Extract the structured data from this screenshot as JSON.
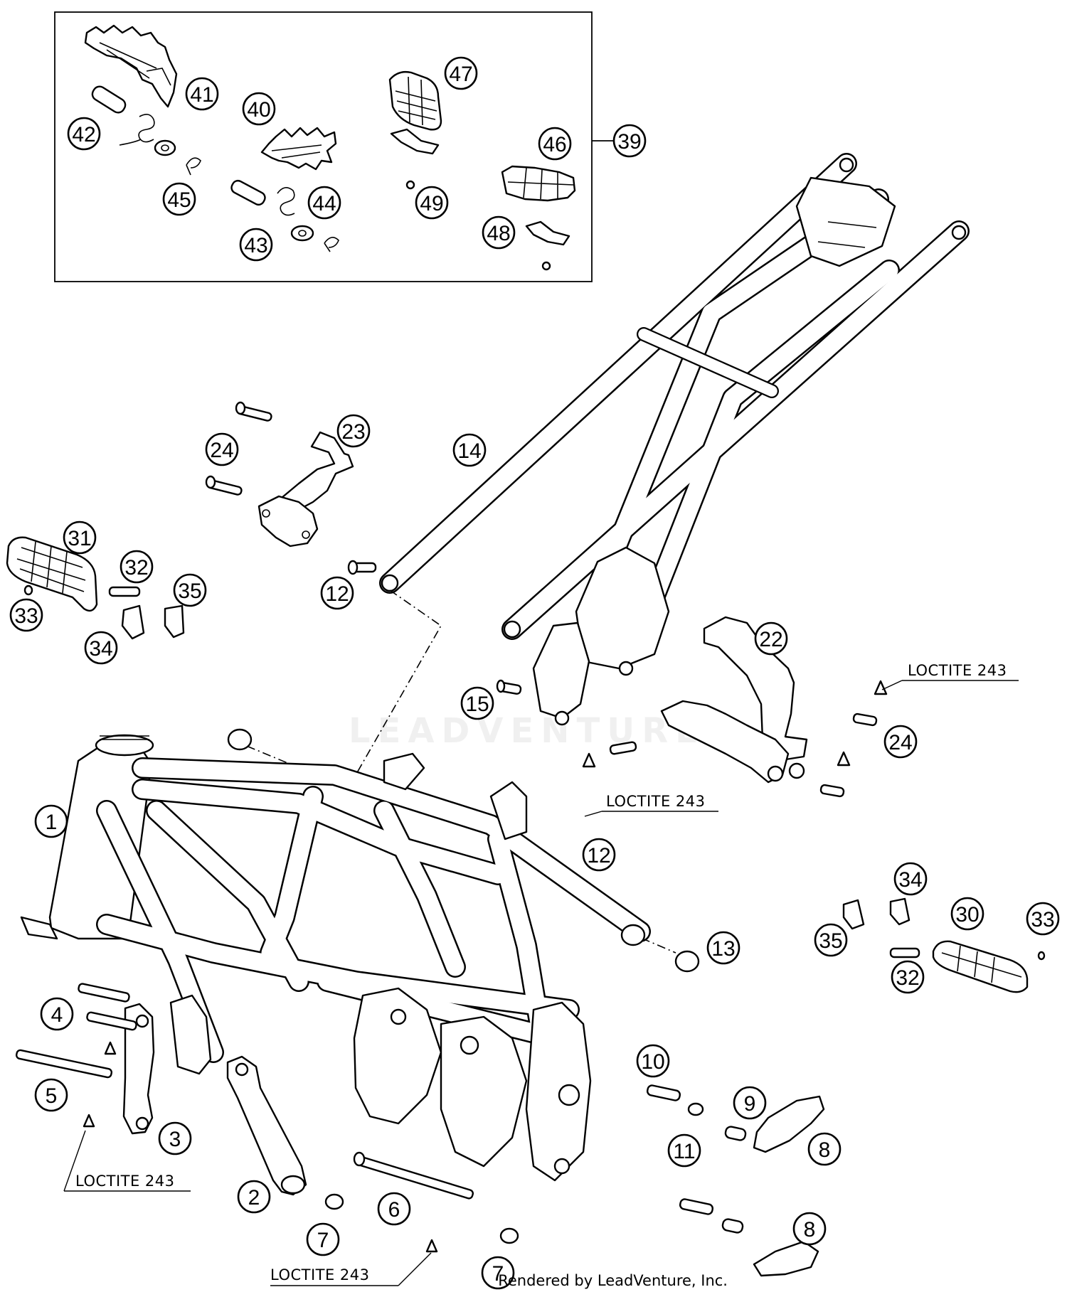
{
  "callouts": [
    {
      "label": "1"
    },
    {
      "label": "2"
    },
    {
      "label": "3"
    },
    {
      "label": "4"
    },
    {
      "label": "5"
    },
    {
      "label": "6"
    },
    {
      "label": "7"
    },
    {
      "label": "7"
    },
    {
      "label": "8"
    },
    {
      "label": "8"
    },
    {
      "label": "9"
    },
    {
      "label": "10"
    },
    {
      "label": "11"
    },
    {
      "label": "12"
    },
    {
      "label": "12"
    },
    {
      "label": "13"
    },
    {
      "label": "14"
    },
    {
      "label": "15"
    },
    {
      "label": "22"
    },
    {
      "label": "23"
    },
    {
      "label": "24"
    },
    {
      "label": "24"
    },
    {
      "label": "30"
    },
    {
      "label": "31"
    },
    {
      "label": "32"
    },
    {
      "label": "32"
    },
    {
      "label": "33"
    },
    {
      "label": "33"
    },
    {
      "label": "34"
    },
    {
      "label": "34"
    },
    {
      "label": "35"
    },
    {
      "label": "35"
    },
    {
      "label": "39"
    },
    {
      "label": "40"
    },
    {
      "label": "41"
    },
    {
      "label": "42"
    },
    {
      "label": "43"
    },
    {
      "label": "44"
    },
    {
      "label": "45"
    },
    {
      "label": "46"
    },
    {
      "label": "47"
    },
    {
      "label": "48"
    },
    {
      "label": "49"
    }
  ],
  "loctite_labels": [
    {
      "text": "LOCTITE 243"
    },
    {
      "text": "LOCTITE 243"
    },
    {
      "text": "LOCTITE 243"
    },
    {
      "text": "LOCTITE 243"
    }
  ],
  "watermark": "LEADVENTURE",
  "credit": "Rendered by LeadVenture, Inc."
}
